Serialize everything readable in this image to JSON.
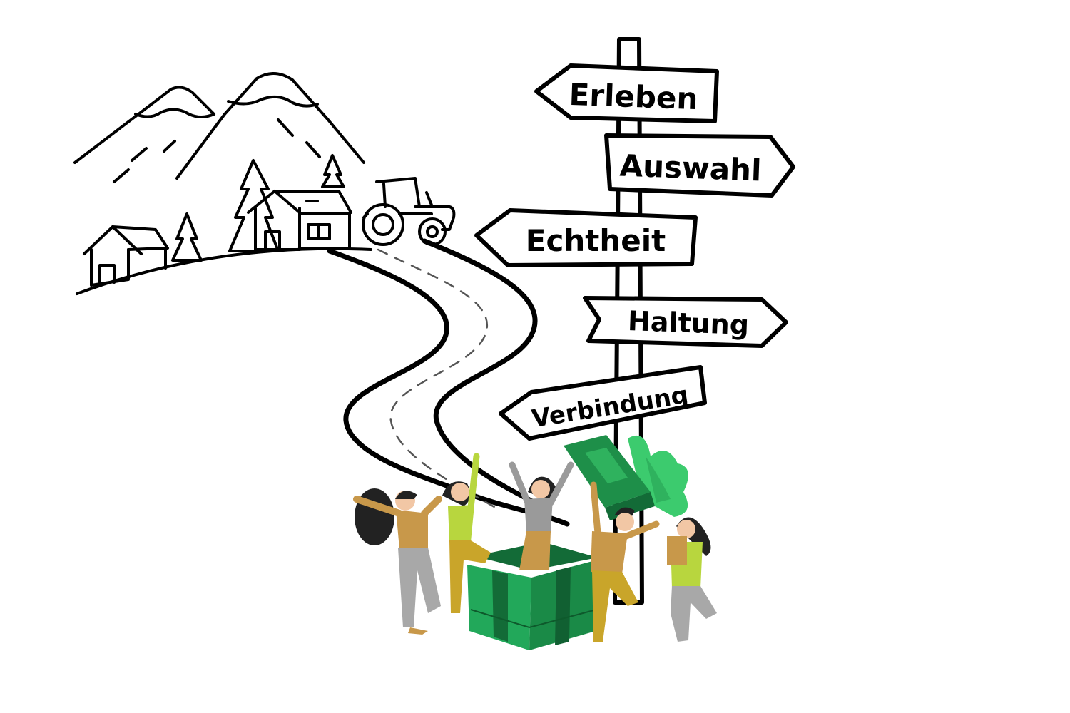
{
  "signpost": {
    "signs": [
      {
        "label": "Erleben"
      },
      {
        "label": "Auswahl"
      },
      {
        "label": "Echtheit"
      },
      {
        "label": "Haltung"
      },
      {
        "label": "Verbindung"
      }
    ]
  },
  "colors": {
    "ink": "#000000",
    "box_green": "#22a85a",
    "box_dark": "#136b37",
    "ribbon": "#3ccb6e",
    "shirt_mustard": "#c8984a",
    "shirt_lime": "#b8d63e",
    "shirt_grey": "#9a9a9a",
    "pants_grey": "#a8a8a8",
    "pants_olive": "#c9a52a",
    "hair": "#222222",
    "skin": "#f2c7a5"
  },
  "icons": [
    "mountain-icon",
    "house-icon",
    "tree-icon",
    "tractor-icon",
    "gift-box-icon"
  ]
}
